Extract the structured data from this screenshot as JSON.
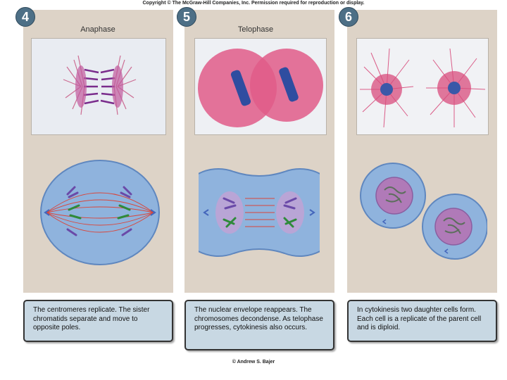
{
  "copyright": "Copyright © The McGraw-Hill Companies, Inc. Permission required for reproduction or display.",
  "credit": "© Andrew S. Bajer",
  "steps": [
    {
      "number": "4",
      "phase": "Anaphase",
      "caption": "The centromeres replicate. The sister chromatids separate and move to opposite poles."
    },
    {
      "number": "5",
      "phase": "Telophase",
      "caption": "The nuclear envelope reappears. The chromosomes decondense. As telophase progresses, cytokinesis also occurs."
    },
    {
      "number": "6",
      "phase": "",
      "caption": "In cytokinesis two daughter cells form. Each cell is a replicate of the parent cell and is diploid."
    }
  ],
  "colors": {
    "panel": "#ddd3c7",
    "caption_bg": "#c8d8e3",
    "cell": "#8fb3dd",
    "spindle": "#d9463b",
    "chromosome_purple": "#6a4aa8",
    "chromosome_green": "#2f8a3a",
    "stain_pink": "#d84c7c",
    "stain_blue": "#3a58a8"
  }
}
